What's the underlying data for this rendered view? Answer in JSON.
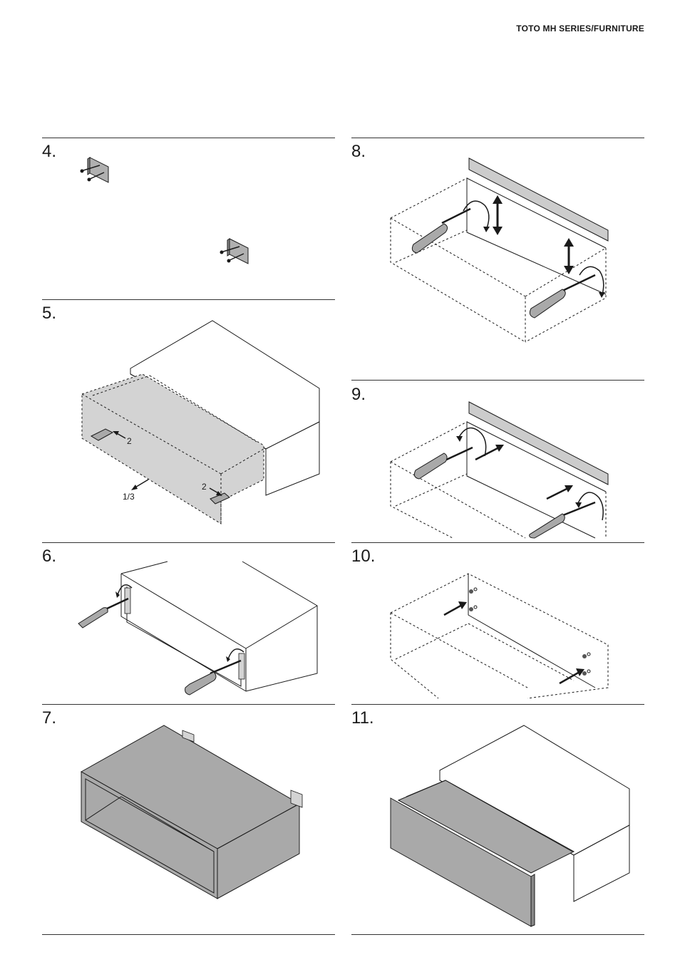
{
  "header": {
    "title": "TOTO MH SERIES/FURNITURE"
  },
  "steps": {
    "s4": {
      "number": "4."
    },
    "s5": {
      "number": "5.",
      "label_a": "2",
      "label_b": "2",
      "fraction": "1/3"
    },
    "s6": {
      "number": "6."
    },
    "s7": {
      "number": "7."
    },
    "s8": {
      "number": "8."
    },
    "s9": {
      "number": "9."
    },
    "s10": {
      "number": "10."
    },
    "s11": {
      "number": "11."
    }
  },
  "colors": {
    "panel": "#a9a9a9",
    "drawer_front": "#d3d3d3",
    "line": "#1a1a1a",
    "level": "#cccccc"
  }
}
